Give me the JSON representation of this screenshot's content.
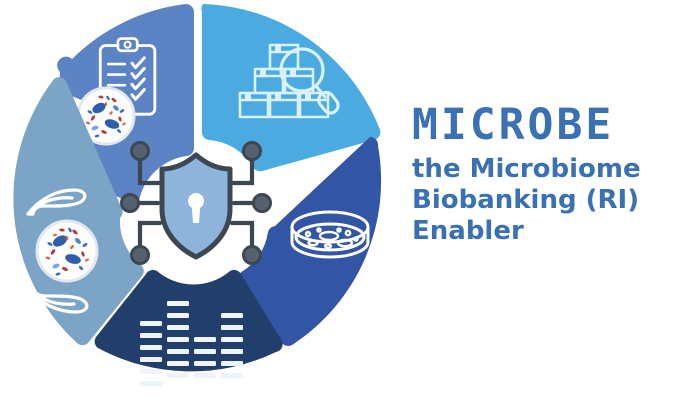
{
  "brand": {
    "title": "MICROBE",
    "subtitle_lines": [
      "the Microbiome",
      "Biobanking (RI)",
      "Enabler"
    ],
    "text_color": "#3a70b4"
  },
  "wheel": {
    "center": {
      "icon": "shield-network-security-icon",
      "shield_fill": "#8fb4dc",
      "shield_stroke": "#3d4752",
      "node_color": "#3d4752",
      "background": "#ffffff"
    },
    "segments": [
      {
        "id": "sampling-quality-control",
        "position": "top-left",
        "color": "#5c84c4",
        "icon": "clipboard-checklist-magnifier-microbes-icon"
      },
      {
        "id": "storage-inventory",
        "position": "top-right",
        "color": "#4baae0",
        "icon": "stacked-boxes-magnifier-icon"
      },
      {
        "id": "culturing",
        "position": "right",
        "color": "#3355a5",
        "icon": "petri-dish-icon"
      },
      {
        "id": "sequencing",
        "position": "bottom",
        "color": "#223f6c",
        "icon": "dna-gel-electrophoresis-icon"
      },
      {
        "id": "stewardship",
        "position": "left",
        "color": "#7ca4c6",
        "icon": "hands-holding-microbes-icon"
      }
    ]
  }
}
